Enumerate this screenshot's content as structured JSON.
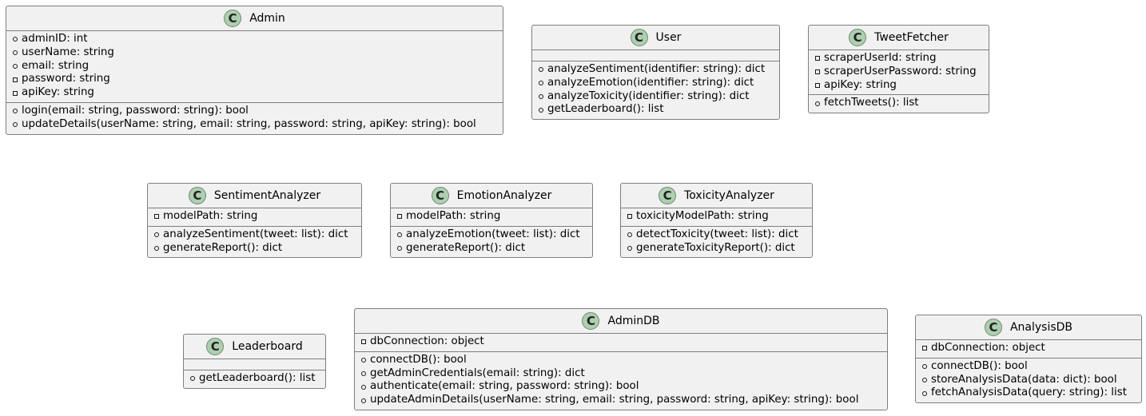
{
  "classes": [
    {
      "name": "Admin",
      "badge": "C",
      "fields": [
        {
          "vis": "public",
          "text": "adminID: int"
        },
        {
          "vis": "public",
          "text": "userName: string"
        },
        {
          "vis": "public",
          "text": "email: string"
        },
        {
          "vis": "private",
          "text": "password: string"
        },
        {
          "vis": "private",
          "text": "apiKey: string"
        }
      ],
      "methods": [
        {
          "vis": "public",
          "text": "login(email: string, password: string): bool"
        },
        {
          "vis": "public",
          "text": "updateDetails(userName: string, email: string, password: string, apiKey: string): bool"
        }
      ]
    },
    {
      "name": "User",
      "badge": "C",
      "fields": [],
      "methods": [
        {
          "vis": "public",
          "text": "analyzeSentiment(identifier: string): dict"
        },
        {
          "vis": "public",
          "text": "analyzeEmotion(identifier: string): dict"
        },
        {
          "vis": "public",
          "text": "analyzeToxicity(identifier: string): dict"
        },
        {
          "vis": "public",
          "text": "getLeaderboard(): list"
        }
      ]
    },
    {
      "name": "TweetFetcher",
      "badge": "C",
      "fields": [
        {
          "vis": "private",
          "text": "scraperUserId: string"
        },
        {
          "vis": "private",
          "text": "scraperUserPassword: string"
        },
        {
          "vis": "private",
          "text": "apiKey: string"
        }
      ],
      "methods": [
        {
          "vis": "public",
          "text": "fetchTweets(): list"
        }
      ]
    },
    {
      "name": "SentimentAnalyzer",
      "badge": "C",
      "fields": [
        {
          "vis": "private",
          "text": "modelPath: string"
        }
      ],
      "methods": [
        {
          "vis": "public",
          "text": "analyzeSentiment(tweet: list): dict"
        },
        {
          "vis": "public",
          "text": "generateReport(): dict"
        }
      ]
    },
    {
      "name": "EmotionAnalyzer",
      "badge": "C",
      "fields": [
        {
          "vis": "private",
          "text": "modelPath: string"
        }
      ],
      "methods": [
        {
          "vis": "public",
          "text": "analyzeEmotion(tweet: list): dict"
        },
        {
          "vis": "public",
          "text": "generateReport(): dict"
        }
      ]
    },
    {
      "name": "ToxicityAnalyzer",
      "badge": "C",
      "fields": [
        {
          "vis": "private",
          "text": "toxicityModelPath: string"
        }
      ],
      "methods": [
        {
          "vis": "public",
          "text": "detectToxicity(tweet: list): dict"
        },
        {
          "vis": "public",
          "text": "generateToxicityReport(): dict"
        }
      ]
    },
    {
      "name": "Leaderboard",
      "badge": "C",
      "fields": [],
      "methods": [
        {
          "vis": "public",
          "text": "getLeaderboard(): list"
        }
      ]
    },
    {
      "name": "AdminDB",
      "badge": "C",
      "fields": [
        {
          "vis": "private",
          "text": "dbConnection: object"
        }
      ],
      "methods": [
        {
          "vis": "public",
          "text": "connectDB(): bool"
        },
        {
          "vis": "public",
          "text": "getAdminCredentials(email: string): dict"
        },
        {
          "vis": "public",
          "text": "authenticate(email: string, password: string): bool"
        },
        {
          "vis": "public",
          "text": "updateAdminDetails(userName: string, email: string, password: string, apiKey: string): bool"
        }
      ]
    },
    {
      "name": "AnalysisDB",
      "badge": "C",
      "fields": [
        {
          "vis": "private",
          "text": "dbConnection: object"
        }
      ],
      "methods": [
        {
          "vis": "public",
          "text": "connectDB(): bool"
        },
        {
          "vis": "public",
          "text": "storeAnalysisData(data: dict): bool"
        },
        {
          "vis": "public",
          "text": "fetchAnalysisData(query: string): list"
        }
      ]
    }
  ]
}
